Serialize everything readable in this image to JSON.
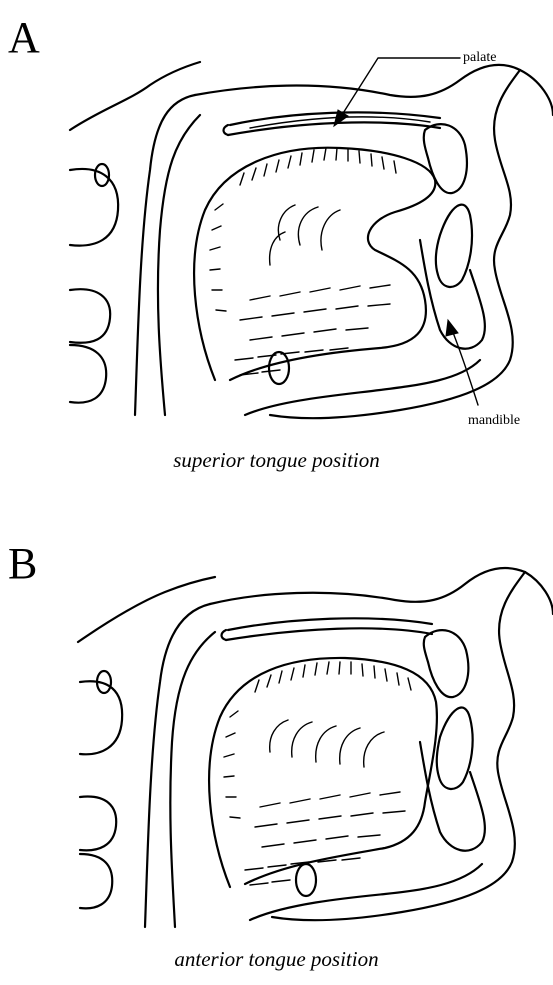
{
  "panels": [
    {
      "letter": "A",
      "caption": "superior tongue position",
      "labels": {
        "palate": "palate",
        "mandible": "mandible"
      }
    },
    {
      "letter": "B",
      "caption": "anterior tongue position"
    }
  ],
  "colors": {
    "line": "#000000",
    "background": "#ffffff"
  }
}
